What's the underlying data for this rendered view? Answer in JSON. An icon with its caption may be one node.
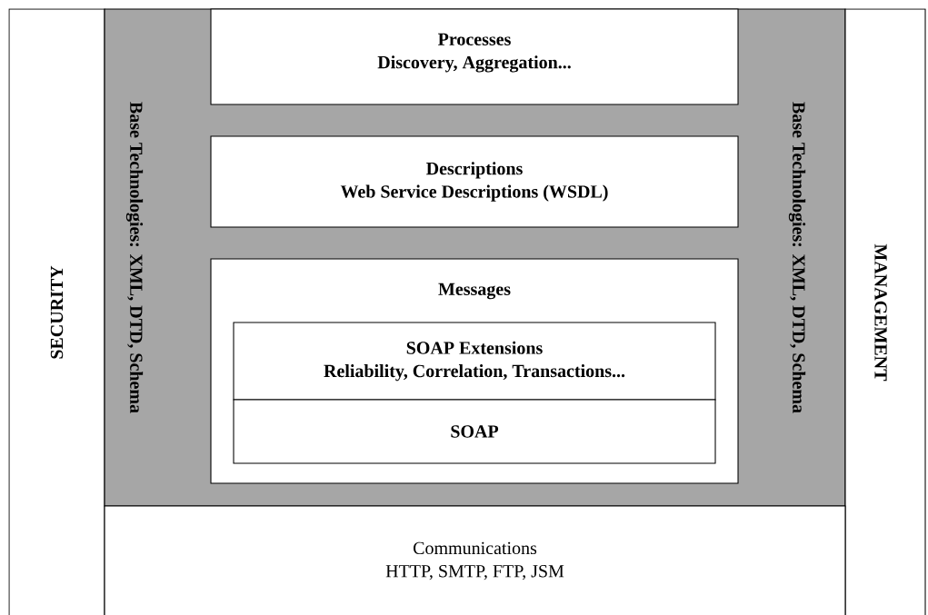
{
  "diagram": {
    "nodes": [
      {
        "text": [
          "SECURITY"
        ]
      },
      {
        "text": [
          "Base Technologies: XML, DTD, Schema",
          "Base Technologies: XML, DTD, Schema"
        ]
      },
      {
        "text": [
          "Processes",
          "Discovery, Aggregation..."
        ],
        "in": 1
      },
      {
        "text": [
          "Descriptions",
          "Web Service Descriptions (WSDL)"
        ],
        "in": 1
      },
      {
        "text": [
          "Messages"
        ],
        "in": 1
      },
      {
        "text": [
          "SOAP  Extensions",
          "Reliability, Correlation, Transactions..."
        ],
        "in": 4
      },
      {
        "text": [
          "SOAP"
        ],
        "in": 4
      },
      {
        "text": [
          "MANAGEMENT"
        ]
      },
      {
        "text": [
          "Communications",
          "HTTP, SMTP, FTP, JSM"
        ]
      }
    ]
  }
}
